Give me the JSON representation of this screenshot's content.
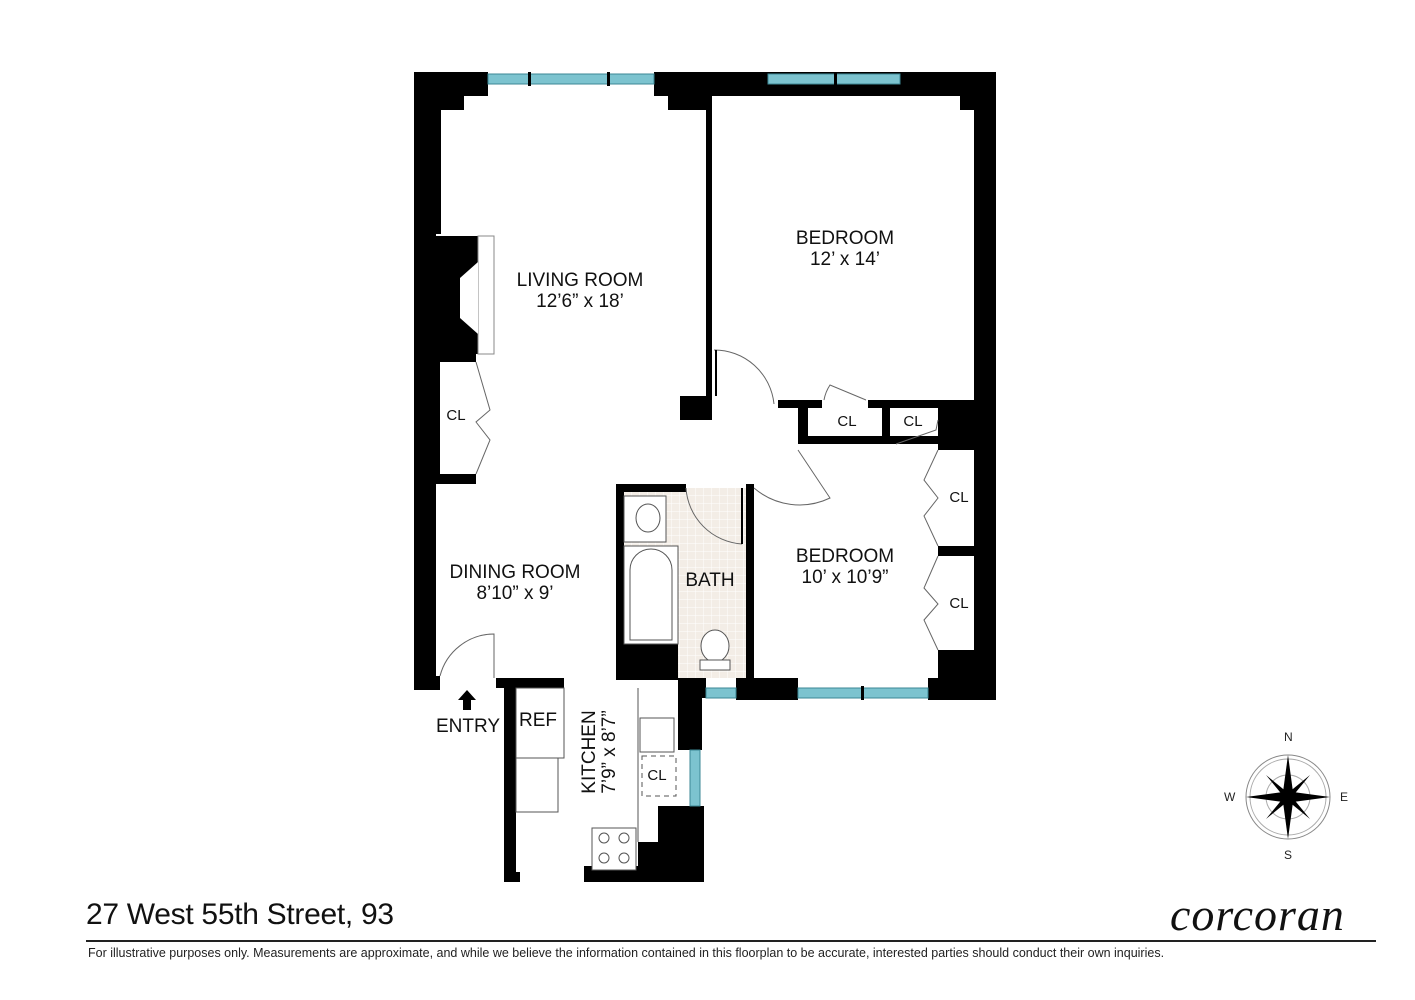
{
  "rooms": {
    "living_room": {
      "name": "LIVING ROOM",
      "size": "12’6” x 18’"
    },
    "bedroom_1": {
      "name": "BEDROOM",
      "size": "12’ x 14’"
    },
    "bedroom_2": {
      "name": "BEDROOM",
      "size": "10’ x 10’9”"
    },
    "dining_room": {
      "name": "DINING ROOM",
      "size": "8’10” x 9’"
    },
    "kitchen": {
      "name": "KITCHEN",
      "size": "7’9” x 8’7”"
    },
    "bath": {
      "name": "BATH"
    }
  },
  "closets": [
    "CL",
    "CL",
    "CL",
    "CL",
    "CL",
    "CL"
  ],
  "fixtures": {
    "ref": "REF"
  },
  "entry": {
    "label": "ENTRY"
  },
  "compass": {
    "n": "N",
    "s": "S",
    "e": "E",
    "w": "W"
  },
  "footer": {
    "address": "27 West 55th Street, 93",
    "brand": "corcoran",
    "disclaimer": "For illustrative purposes only.  Measurements are approximate, and while we believe the information contained in this floorplan to be accurate, interested parties should conduct their own inquiries."
  },
  "colors": {
    "wall": "#000000",
    "window": "#7cc3cf",
    "bath_tile": "#f3ede6"
  }
}
